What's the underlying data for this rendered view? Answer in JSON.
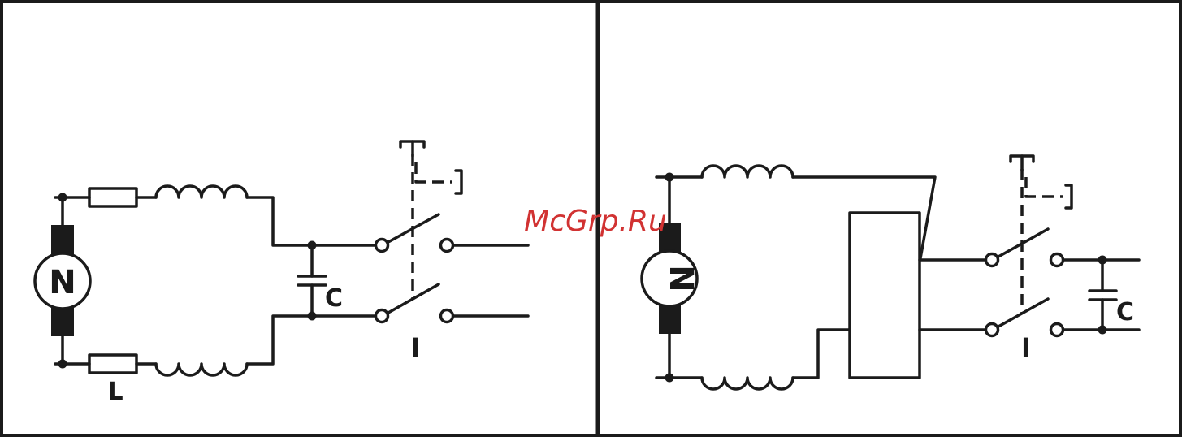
{
  "watermark": "McGrp.Ru",
  "left_panel": {
    "motor_label": "N",
    "capacitor_label": "C",
    "resistor_label": "L",
    "switch_label": "I"
  },
  "right_panel": {
    "motor_label": "N",
    "capacitor_label": "C",
    "switch_label": "I"
  },
  "colors": {
    "line": "#1b1b1b",
    "watermark": "#d13232",
    "background": "#ffffff"
  }
}
